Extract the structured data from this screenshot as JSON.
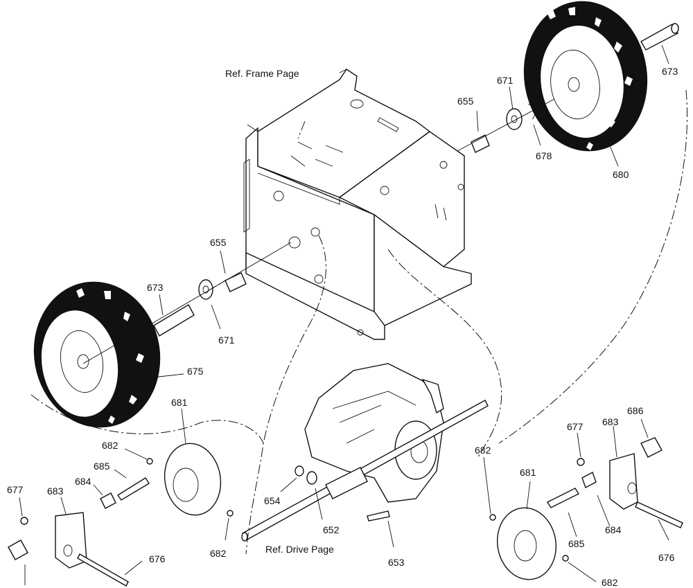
{
  "references": {
    "frame": "Ref. Frame Page",
    "drive": "Ref. Drive Page"
  },
  "callouts": [
    {
      "id": "c673_r",
      "text": "673"
    },
    {
      "id": "c671_r",
      "text": "671"
    },
    {
      "id": "c655_r",
      "text": "655"
    },
    {
      "id": "c678",
      "text": "678"
    },
    {
      "id": "c680",
      "text": "680"
    },
    {
      "id": "c655_l",
      "text": "655"
    },
    {
      "id": "c673_l",
      "text": "673"
    },
    {
      "id": "c671_l",
      "text": "671"
    },
    {
      "id": "c675",
      "text": "675"
    },
    {
      "id": "c681_l",
      "text": "681"
    },
    {
      "id": "c682_l1",
      "text": "682"
    },
    {
      "id": "c685_l",
      "text": "685"
    },
    {
      "id": "c677_l",
      "text": "677"
    },
    {
      "id": "c684_l",
      "text": "684"
    },
    {
      "id": "c683_l",
      "text": "683"
    },
    {
      "id": "c682_l2",
      "text": "682"
    },
    {
      "id": "c676_l",
      "text": "676"
    },
    {
      "id": "c654",
      "text": "654"
    },
    {
      "id": "c652",
      "text": "652"
    },
    {
      "id": "c653",
      "text": "653"
    },
    {
      "id": "c682_r1",
      "text": "682"
    },
    {
      "id": "c681_r",
      "text": "681"
    },
    {
      "id": "c677_r",
      "text": "677"
    },
    {
      "id": "c683_r",
      "text": "683"
    },
    {
      "id": "c686",
      "text": "686"
    },
    {
      "id": "c685_r",
      "text": "685"
    },
    {
      "id": "c684_r",
      "text": "684"
    },
    {
      "id": "c676_r",
      "text": "676"
    },
    {
      "id": "c682_r2",
      "text": "682"
    }
  ]
}
